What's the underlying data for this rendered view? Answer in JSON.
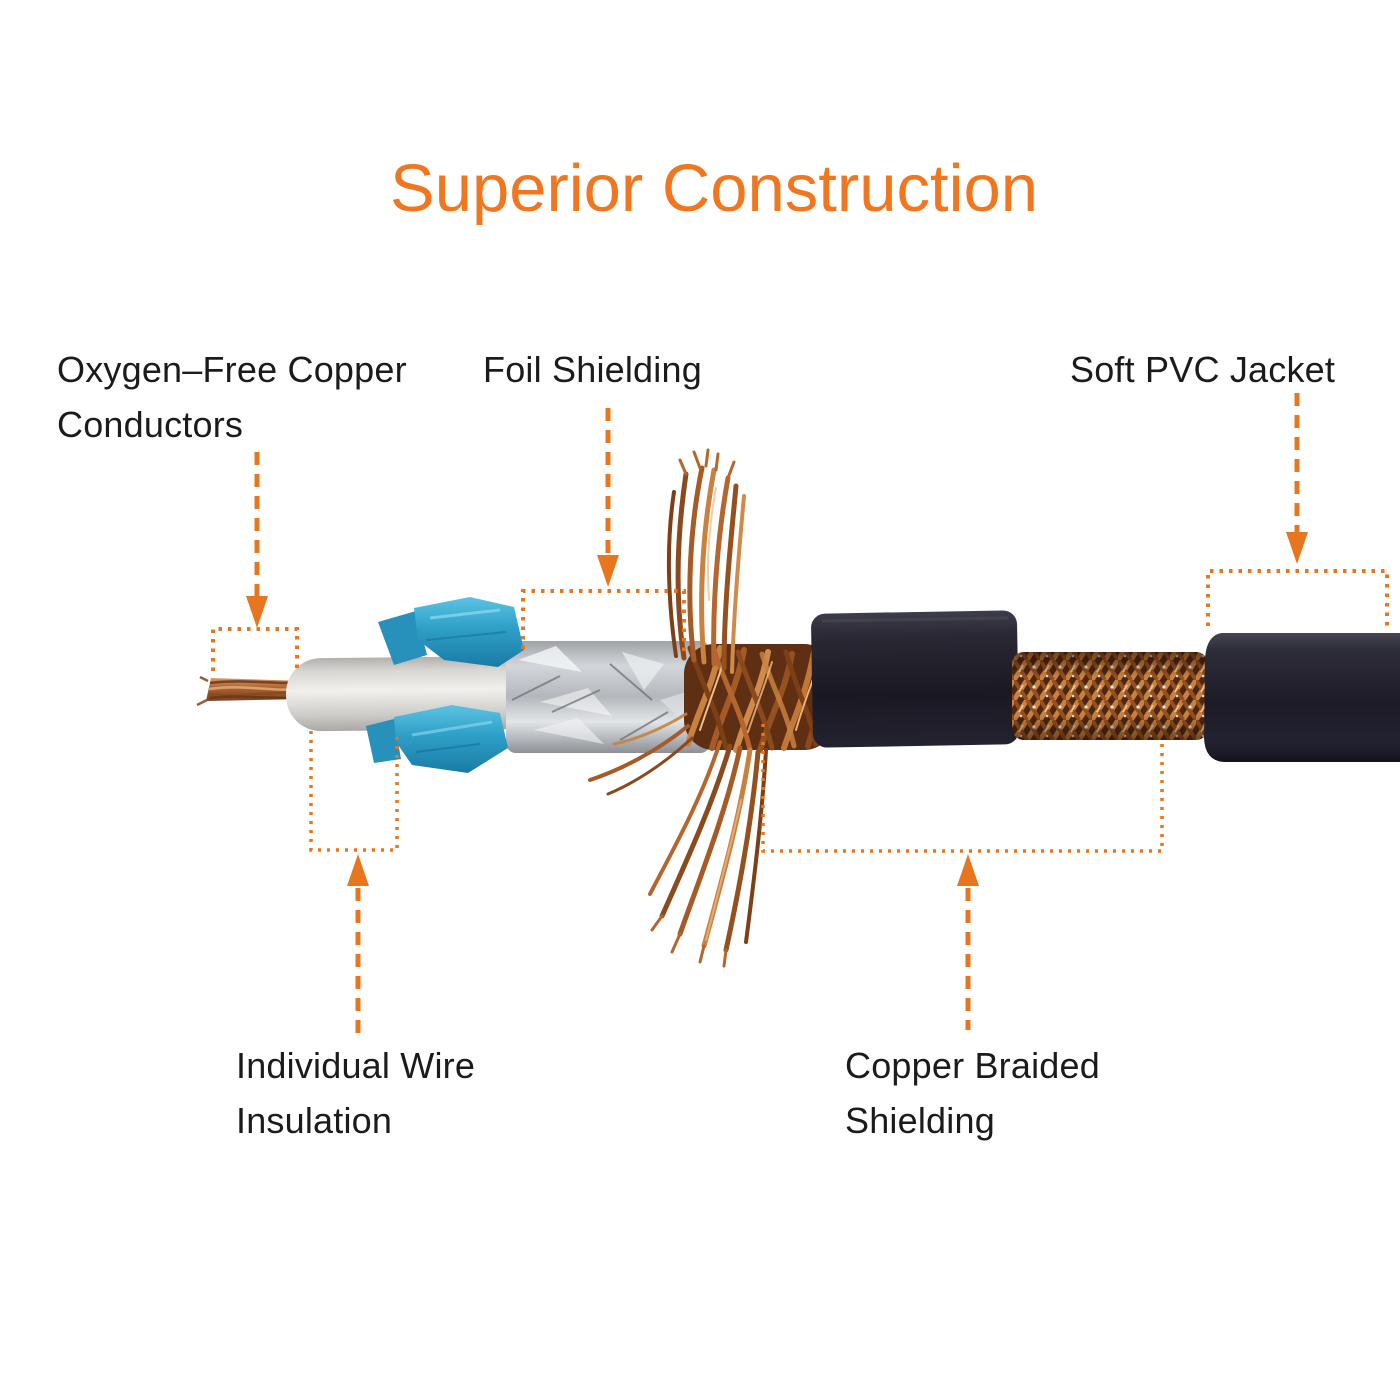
{
  "title": "Superior Construction",
  "annotations": {
    "conductors": {
      "lines": [
        "Oxygen–Free Copper",
        "Conductors"
      ],
      "pointer": "arrow-down",
      "marker": "bracket-open-bottom"
    },
    "foil": {
      "lines": [
        "Foil Shielding"
      ],
      "pointer": "arrow-down",
      "marker": "bracket-open-bottom"
    },
    "pvc_jacket": {
      "lines": [
        "Soft PVC Jacket"
      ],
      "pointer": "arrow-down",
      "marker": "bracket-open-bottom"
    },
    "insulation": {
      "lines": [
        "Individual Wire",
        "Insulation"
      ],
      "pointer": "arrow-up",
      "marker": "bracket-open-top"
    },
    "braid": {
      "lines": [
        "Copper Braided",
        "Shielding"
      ],
      "pointer": "arrow-up",
      "marker": "bracket-open-top"
    }
  },
  "colors": {
    "accent_orange": "#E8761F",
    "title_orange": "#F0771F",
    "label_text": "#1B1B1B",
    "copper": "#B5662E",
    "copper_dark": "#6B3816",
    "foil_silver": "#C4C8CC",
    "tape_blue": "#2E9FC7",
    "insulation_white": "#E9E7E4",
    "jacket_black": "#20202B"
  }
}
